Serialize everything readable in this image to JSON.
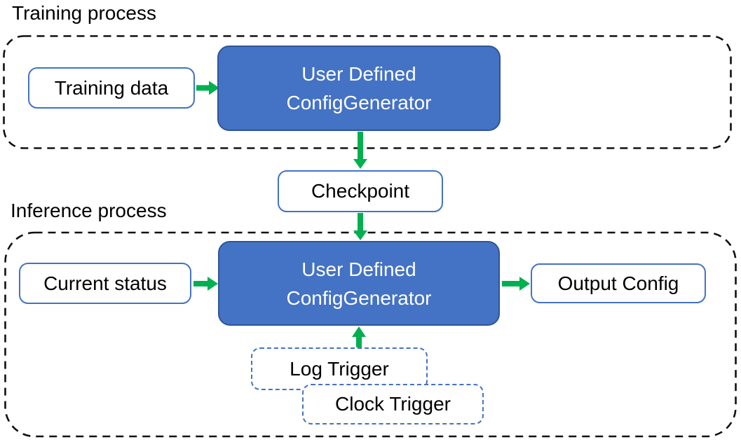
{
  "colors": {
    "arrow_green": "#00B050",
    "generator_fill": "#4472C4",
    "generator_border": "#2F5597",
    "node_border_blue": "#4472C4",
    "container_dash": "#111111",
    "text_dark": "#000000",
    "text_light": "#FFFFFF",
    "background": "#FFFFFF"
  },
  "training_section": {
    "label": "Training process",
    "training_data_box": "Training data",
    "generator_box": {
      "line1": "User Defined",
      "line2": "ConfigGenerator"
    }
  },
  "checkpoint_box": "Checkpoint",
  "inference_section": {
    "label": "Inference process",
    "current_status_box": "Current status",
    "generator_box": {
      "line1": "User Defined",
      "line2": "ConfigGenerator"
    },
    "output_config_box": "Output Config",
    "log_trigger_box": "Log Trigger",
    "clock_trigger_box": "Clock Trigger"
  },
  "connections": [
    {
      "from": "Training data",
      "to": "User Defined ConfigGenerator (training)",
      "direction": "right"
    },
    {
      "from": "User Defined ConfigGenerator (training)",
      "to": "Checkpoint",
      "direction": "down"
    },
    {
      "from": "Checkpoint",
      "to": "User Defined ConfigGenerator (inference)",
      "direction": "down"
    },
    {
      "from": "Current status",
      "to": "User Defined ConfigGenerator (inference)",
      "direction": "right"
    },
    {
      "from": "User Defined ConfigGenerator (inference)",
      "to": "Output Config",
      "direction": "right"
    },
    {
      "from": "Log Trigger",
      "to": "User Defined ConfigGenerator (inference)",
      "direction": "up"
    }
  ]
}
